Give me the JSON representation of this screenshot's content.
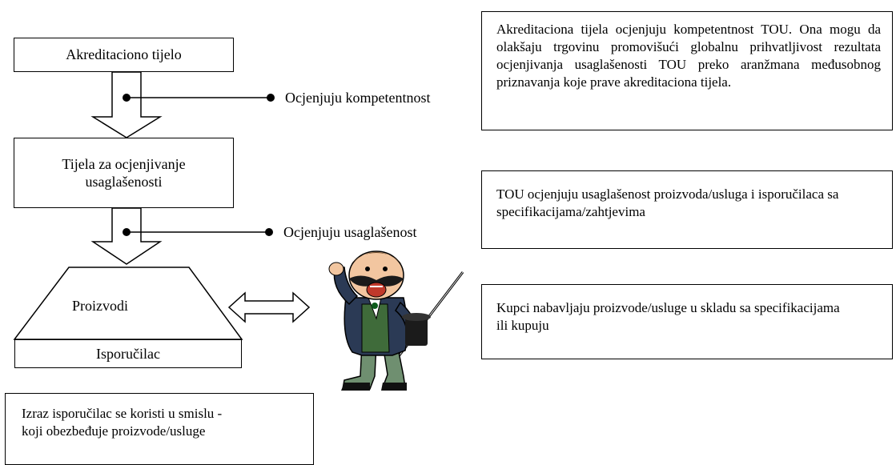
{
  "left": {
    "accreditation_body": "Akreditaciono tijelo",
    "cab": "Tijela za ocjenjivanje usaglašenosti",
    "products": "Proizvodi",
    "supplier": "Isporučilac",
    "note": "Izraz isporučilac se koristi u smislu - koji obezbeđuje proizvode/usluge"
  },
  "connectors": {
    "assess_competence": "Ocjenjuju kompetentnost",
    "assess_conformity": "Ocjenjuju usaglašenost"
  },
  "right": {
    "box1": "Akreditaciona tijela ocjenjuju kompetentnost TOU. Ona mogu da olakšaju trgovinu promovišući globalnu prihvatljivost rezultata ocjenjivanja usaglašenosti TOU preko aranžmana međusobnog priznavanja koje prave akreditaciona tijela.",
    "box2": "TOU ocjenjuju usaglašenost proizvoda/usluga i isporučilaca sa specifikacijama/zahtjevima",
    "box3": "Kupci nabavljaju proizvode/usluge u skladu sa specifikacijama ili kupuju"
  },
  "illustration": "customer-cartoon"
}
